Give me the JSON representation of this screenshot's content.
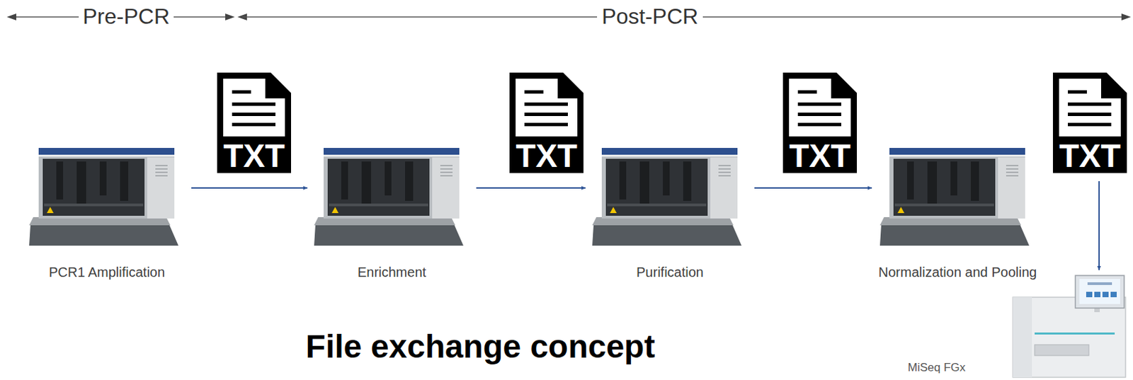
{
  "diagram": {
    "title": "File exchange concept",
    "nodes": [
      {
        "text": [
          "PCR1 Amplification"
        ]
      },
      {
        "text": [
          "TXT"
        ]
      },
      {
        "text": [
          "Enrichment"
        ]
      },
      {
        "text": [
          "TXT"
        ]
      },
      {
        "text": [
          "Purification"
        ]
      },
      {
        "text": [
          "TXT"
        ]
      },
      {
        "text": [
          "Normalization and Pooling"
        ]
      },
      {
        "text": [
          "TXT"
        ]
      },
      {
        "text": [
          "MiSeq FGx"
        ]
      }
    ],
    "edges": [
      {
        "from": 0,
        "to": 2,
        "arrow": "to"
      },
      {
        "from": 2,
        "to": 4,
        "arrow": "to"
      },
      {
        "from": 4,
        "to": 6,
        "arrow": "to"
      },
      {
        "from": 7,
        "to": 8,
        "arrow": "to"
      }
    ],
    "labels": [
      "Pre-PCR",
      "Post-PCR"
    ]
  }
}
